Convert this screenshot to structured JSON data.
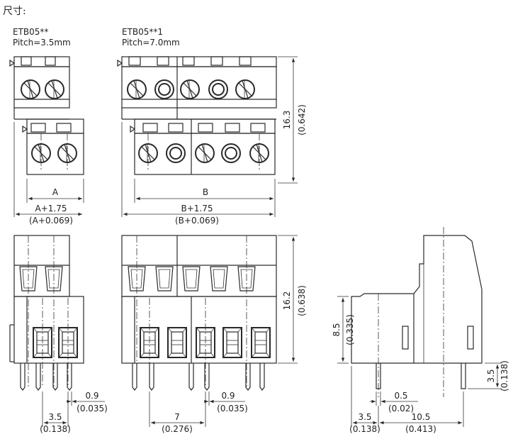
{
  "heading": "尺寸:",
  "left_model": {
    "name": "ETB05**",
    "pitch": "Pitch=3.5mm"
  },
  "right_model": {
    "name": "ETB05**1",
    "pitch": "Pitch=7.0mm"
  },
  "dims": {
    "a": "A",
    "a_total_mm": "A+1.75",
    "a_total_in": "(A+0.069)",
    "b": "B",
    "b_total_mm": "B+1.75",
    "b_total_in": "(B+0.069)",
    "height_top_mm": "16.3",
    "height_top_in": "(0.642)",
    "height_front_mm": "16.2",
    "height_front_in": "(0.638)",
    "pin_gap_left_mm": "0.9",
    "pin_gap_left_in": "(0.035)",
    "pitch_left_mm": "3.5",
    "pitch_left_in": "(0.138)",
    "pitch_right_mm": "7",
    "pitch_right_in": "(0.276)",
    "pin_gap_right_mm": "0.9",
    "pin_gap_right_in": "(0.035)",
    "side_height_mm": "8.5",
    "side_height_in": "(0.335)",
    "pin_length_mm": "3.5",
    "pin_length_in": "(0.138)",
    "pin_width_mm": "0.5",
    "pin_width_in": "(0.02)",
    "side_offset_mm": "3.5",
    "side_offset_in": "(0.138)",
    "side_depth_mm": "10.5",
    "side_depth_in": "(0.413)"
  }
}
